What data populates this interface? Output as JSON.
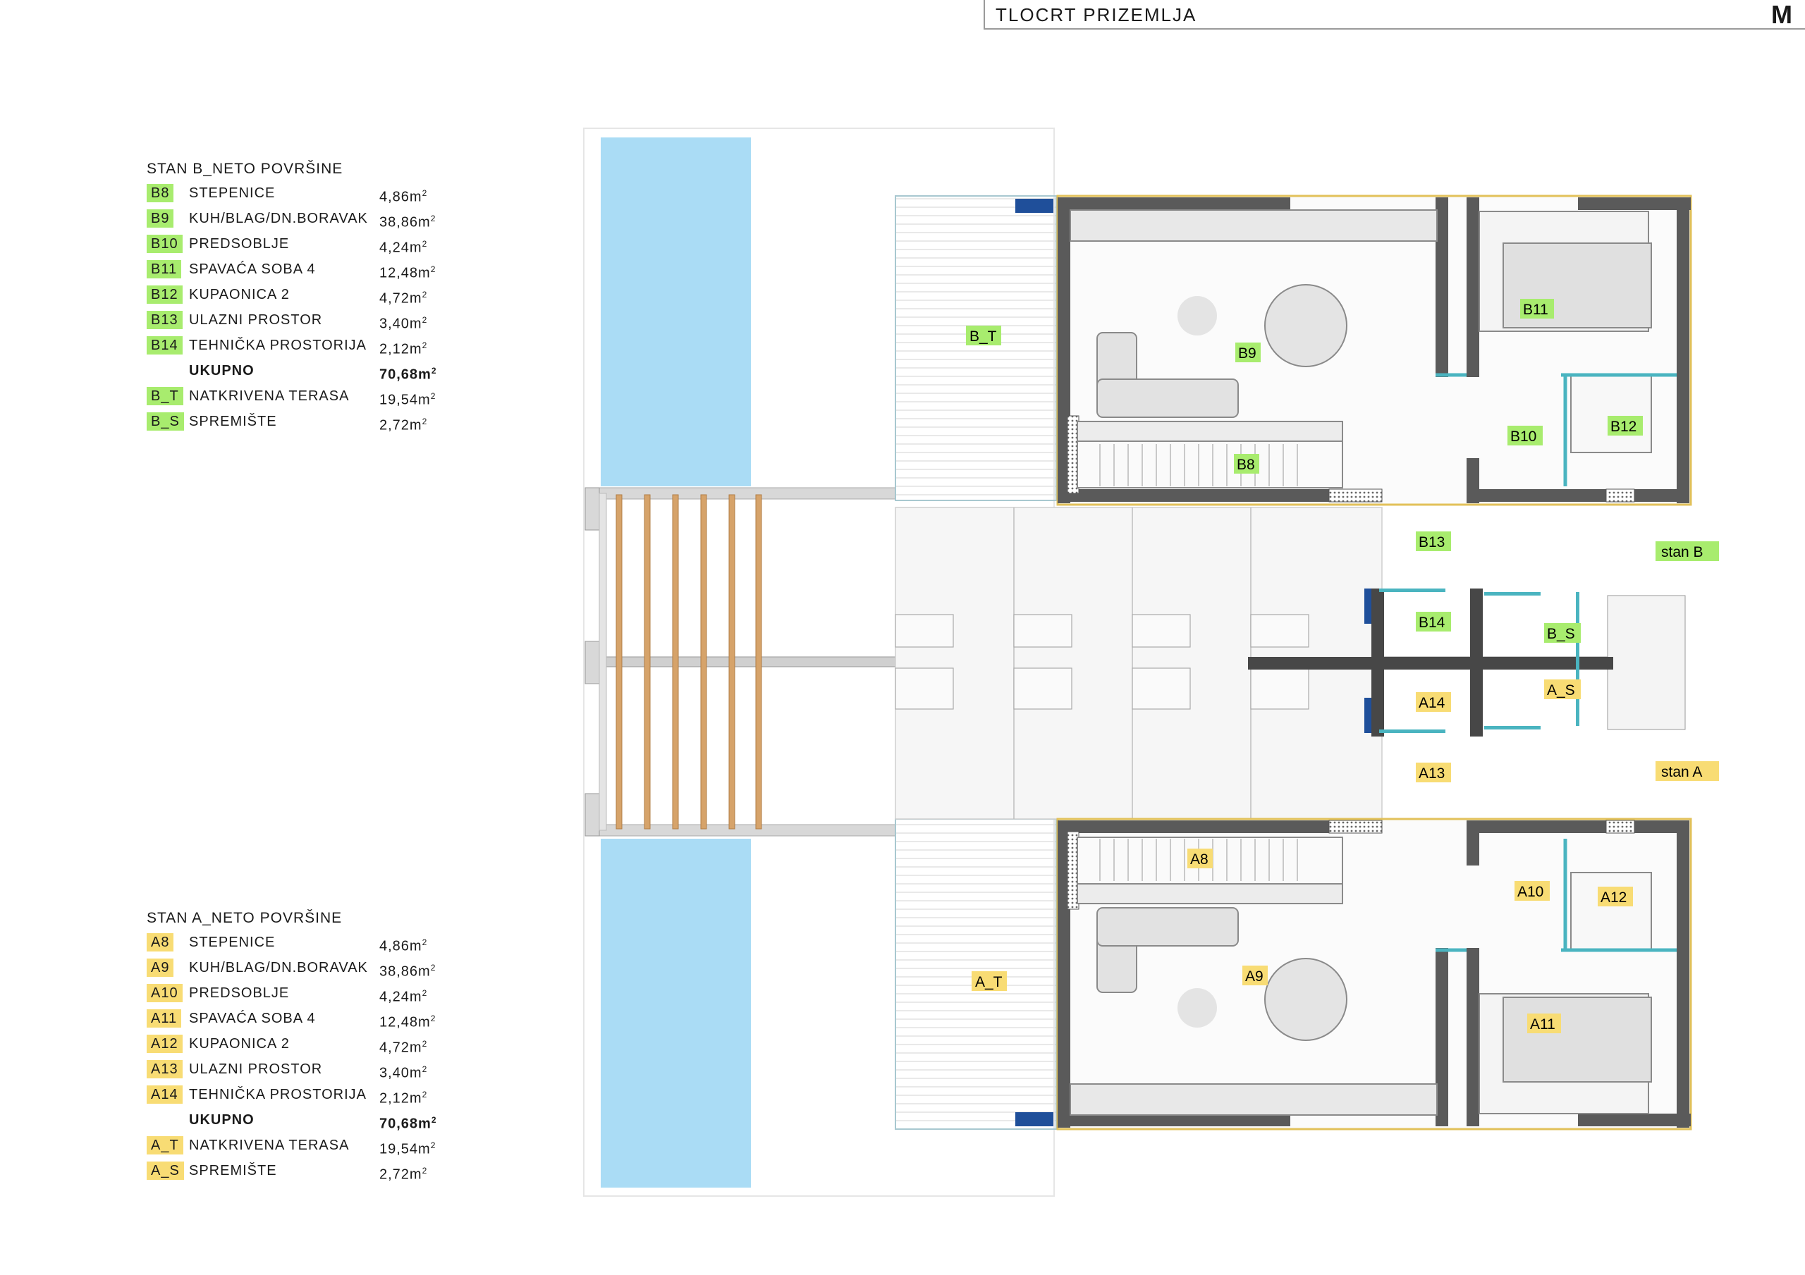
{
  "header": {
    "title": "TLOCRT PRIZEMLJA",
    "logo_letter": "M"
  },
  "legend_b": {
    "heading": "STAN B_NETO POVRŠINE",
    "rows": [
      {
        "code": "B8",
        "name": "STEPENICE",
        "area": "4,86m",
        "sup": "2"
      },
      {
        "code": "B9",
        "name": "KUH/BLAG/DN.BORAVAK",
        "area": "38,86m",
        "sup": "2"
      },
      {
        "code": "B10",
        "name": "PREDSOBLJE",
        "area": "4,24m",
        "sup": "2"
      },
      {
        "code": "B11",
        "name": "SPAVAĆA SOBA 4",
        "area": "12,48m",
        "sup": "2"
      },
      {
        "code": "B12",
        "name": "KUPAONICA 2",
        "area": "4,72m",
        "sup": "2"
      },
      {
        "code": "B13",
        "name": "ULAZNI PROSTOR",
        "area": "3,40m",
        "sup": "2"
      },
      {
        "code": "B14",
        "name": "TEHNIČKA PROSTORIJA",
        "area": "2,12m",
        "sup": "2"
      }
    ],
    "total": {
      "name": "UKUPNO",
      "area": "70,68m",
      "sup": "2"
    },
    "extra": [
      {
        "code": "B_T",
        "name": "NATKRIVENA TERASA",
        "area": "19,54m",
        "sup": "2"
      },
      {
        "code": "B_S",
        "name": "SPREMIŠTE",
        "area": "2,72m",
        "sup": "2"
      }
    ]
  },
  "legend_a": {
    "heading": "STAN A_NETO POVRŠINE",
    "rows": [
      {
        "code": "A8",
        "name": "STEPENICE",
        "area": "4,86m",
        "sup": "2"
      },
      {
        "code": "A9",
        "name": "KUH/BLAG/DN.BORAVAK",
        "area": "38,86m",
        "sup": "2"
      },
      {
        "code": "A10",
        "name": "PREDSOBLJE",
        "area": "4,24m",
        "sup": "2"
      },
      {
        "code": "A11",
        "name": "SPAVAĆA SOBA 4",
        "area": "12,48m",
        "sup": "2"
      },
      {
        "code": "A12",
        "name": "KUPAONICA 2",
        "area": "4,72m",
        "sup": "2"
      },
      {
        "code": "A13",
        "name": "ULAZNI PROSTOR",
        "area": "3,40m",
        "sup": "2"
      },
      {
        "code": "A14",
        "name": "TEHNIČKA PROSTORIJA",
        "area": "2,12m",
        "sup": "2"
      }
    ],
    "total": {
      "name": "UKUPNO",
      "area": "70,68m",
      "sup": "2"
    },
    "extra": [
      {
        "code": "A_T",
        "name": "NATKRIVENA TERASA",
        "area": "19,54m",
        "sup": "2"
      },
      {
        "code": "A_S",
        "name": "SPREMIŠTE",
        "area": "2,72m",
        "sup": "2"
      }
    ]
  },
  "plan_labels": {
    "b_t": "B_T",
    "b9": "B9",
    "b11": "B11",
    "b8": "B8",
    "b10": "B10",
    "b12": "B12",
    "b13": "B13",
    "b14": "B14",
    "b_s": "B_S",
    "stan_b": "stan B",
    "a14": "A14",
    "a_s": "A_S",
    "a13": "A13",
    "stan_a": "stan A",
    "a8": "A8",
    "a10": "A10",
    "a12": "A12",
    "a_t": "A_T",
    "a9": "A9",
    "a11": "A11"
  },
  "colors": {
    "zone_b": "#a8ec6e",
    "zone_a": "#f8dc74",
    "pool": "#aadcf5",
    "pergola": "#d6a36a",
    "wall": "#5a5a5a",
    "glass": "#4ab4c0"
  }
}
